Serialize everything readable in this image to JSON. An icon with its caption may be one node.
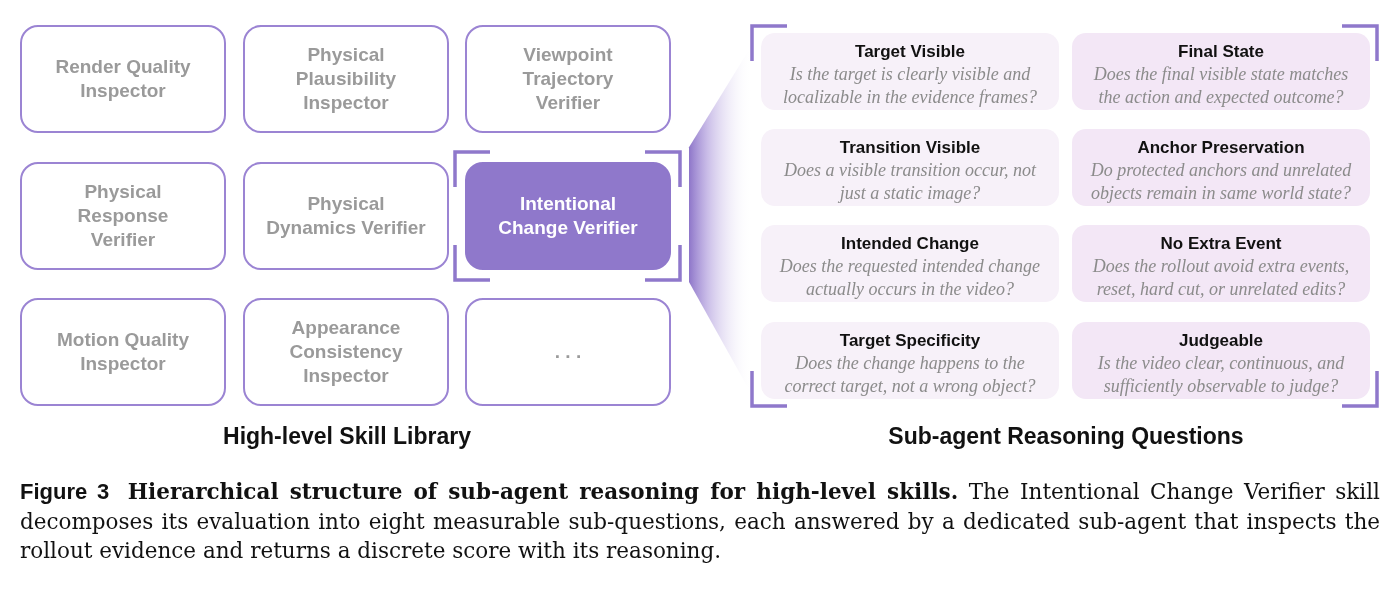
{
  "diagram": {
    "caption": "**Figure 3** **Hierarchical structure of sub-agent reasoning for high-level skills.** The Intentional Change Verifier skill decomposes its evaluation into eight measurable sub-questions, each answered by a dedicated sub-agent that inspects the rollout evidence and returns a discrete score with its reasoning.",
    "nodes": [
      {
        "text": [
          "Render Quality Inspector"
        ]
      },
      {
        "text": [
          "Physical Plausibility Inspector"
        ]
      },
      {
        "text": [
          "Viewpoint Trajectory Verifier"
        ]
      },
      {
        "text": [
          "Physical Response Verifier"
        ]
      },
      {
        "text": [
          "Physical Dynamics Verifier"
        ]
      },
      {
        "text": [
          "Intentional Change Verifier"
        ]
      },
      {
        "text": [
          "Motion Quality Inspector"
        ]
      },
      {
        "text": [
          "Appearance Consistency Inspector"
        ]
      },
      {
        "text": [
          ". . ."
        ]
      },
      {
        "text": [],
        "shape": "wedge"
      },
      {
        "text": [
          "Target Visible",
          "Is the target is clearly visible and localizable in the evidence frames?"
        ]
      },
      {
        "text": [
          "Final State",
          "Does the final visible state matches the action and expected outcome?"
        ]
      },
      {
        "text": [
          "Transition Visible",
          "Does a visible transition occur, not just a static image?"
        ]
      },
      {
        "text": [
          "Anchor Preservation",
          "Do protected anchors and unrelated objects remain in same world state?"
        ]
      },
      {
        "text": [
          "Intended Change",
          "Does the requested intended change actually occurs in the video?"
        ]
      },
      {
        "text": [
          "No Extra Event",
          "Does the rollout avoid extra events, reset, hard cut, or unrelated edits?"
        ]
      },
      {
        "text": [
          "Target Specificity",
          "Does the change happens to the correct target, not a wrong object?"
        ]
      },
      {
        "text": [
          "Judgeable",
          "Is the video clear, continuous, and sufficiently observable to judge?"
        ]
      }
    ],
    "labels": [
      "High-level Skill Library",
      "Sub-agent Reasoning Questions"
    ]
  }
}
